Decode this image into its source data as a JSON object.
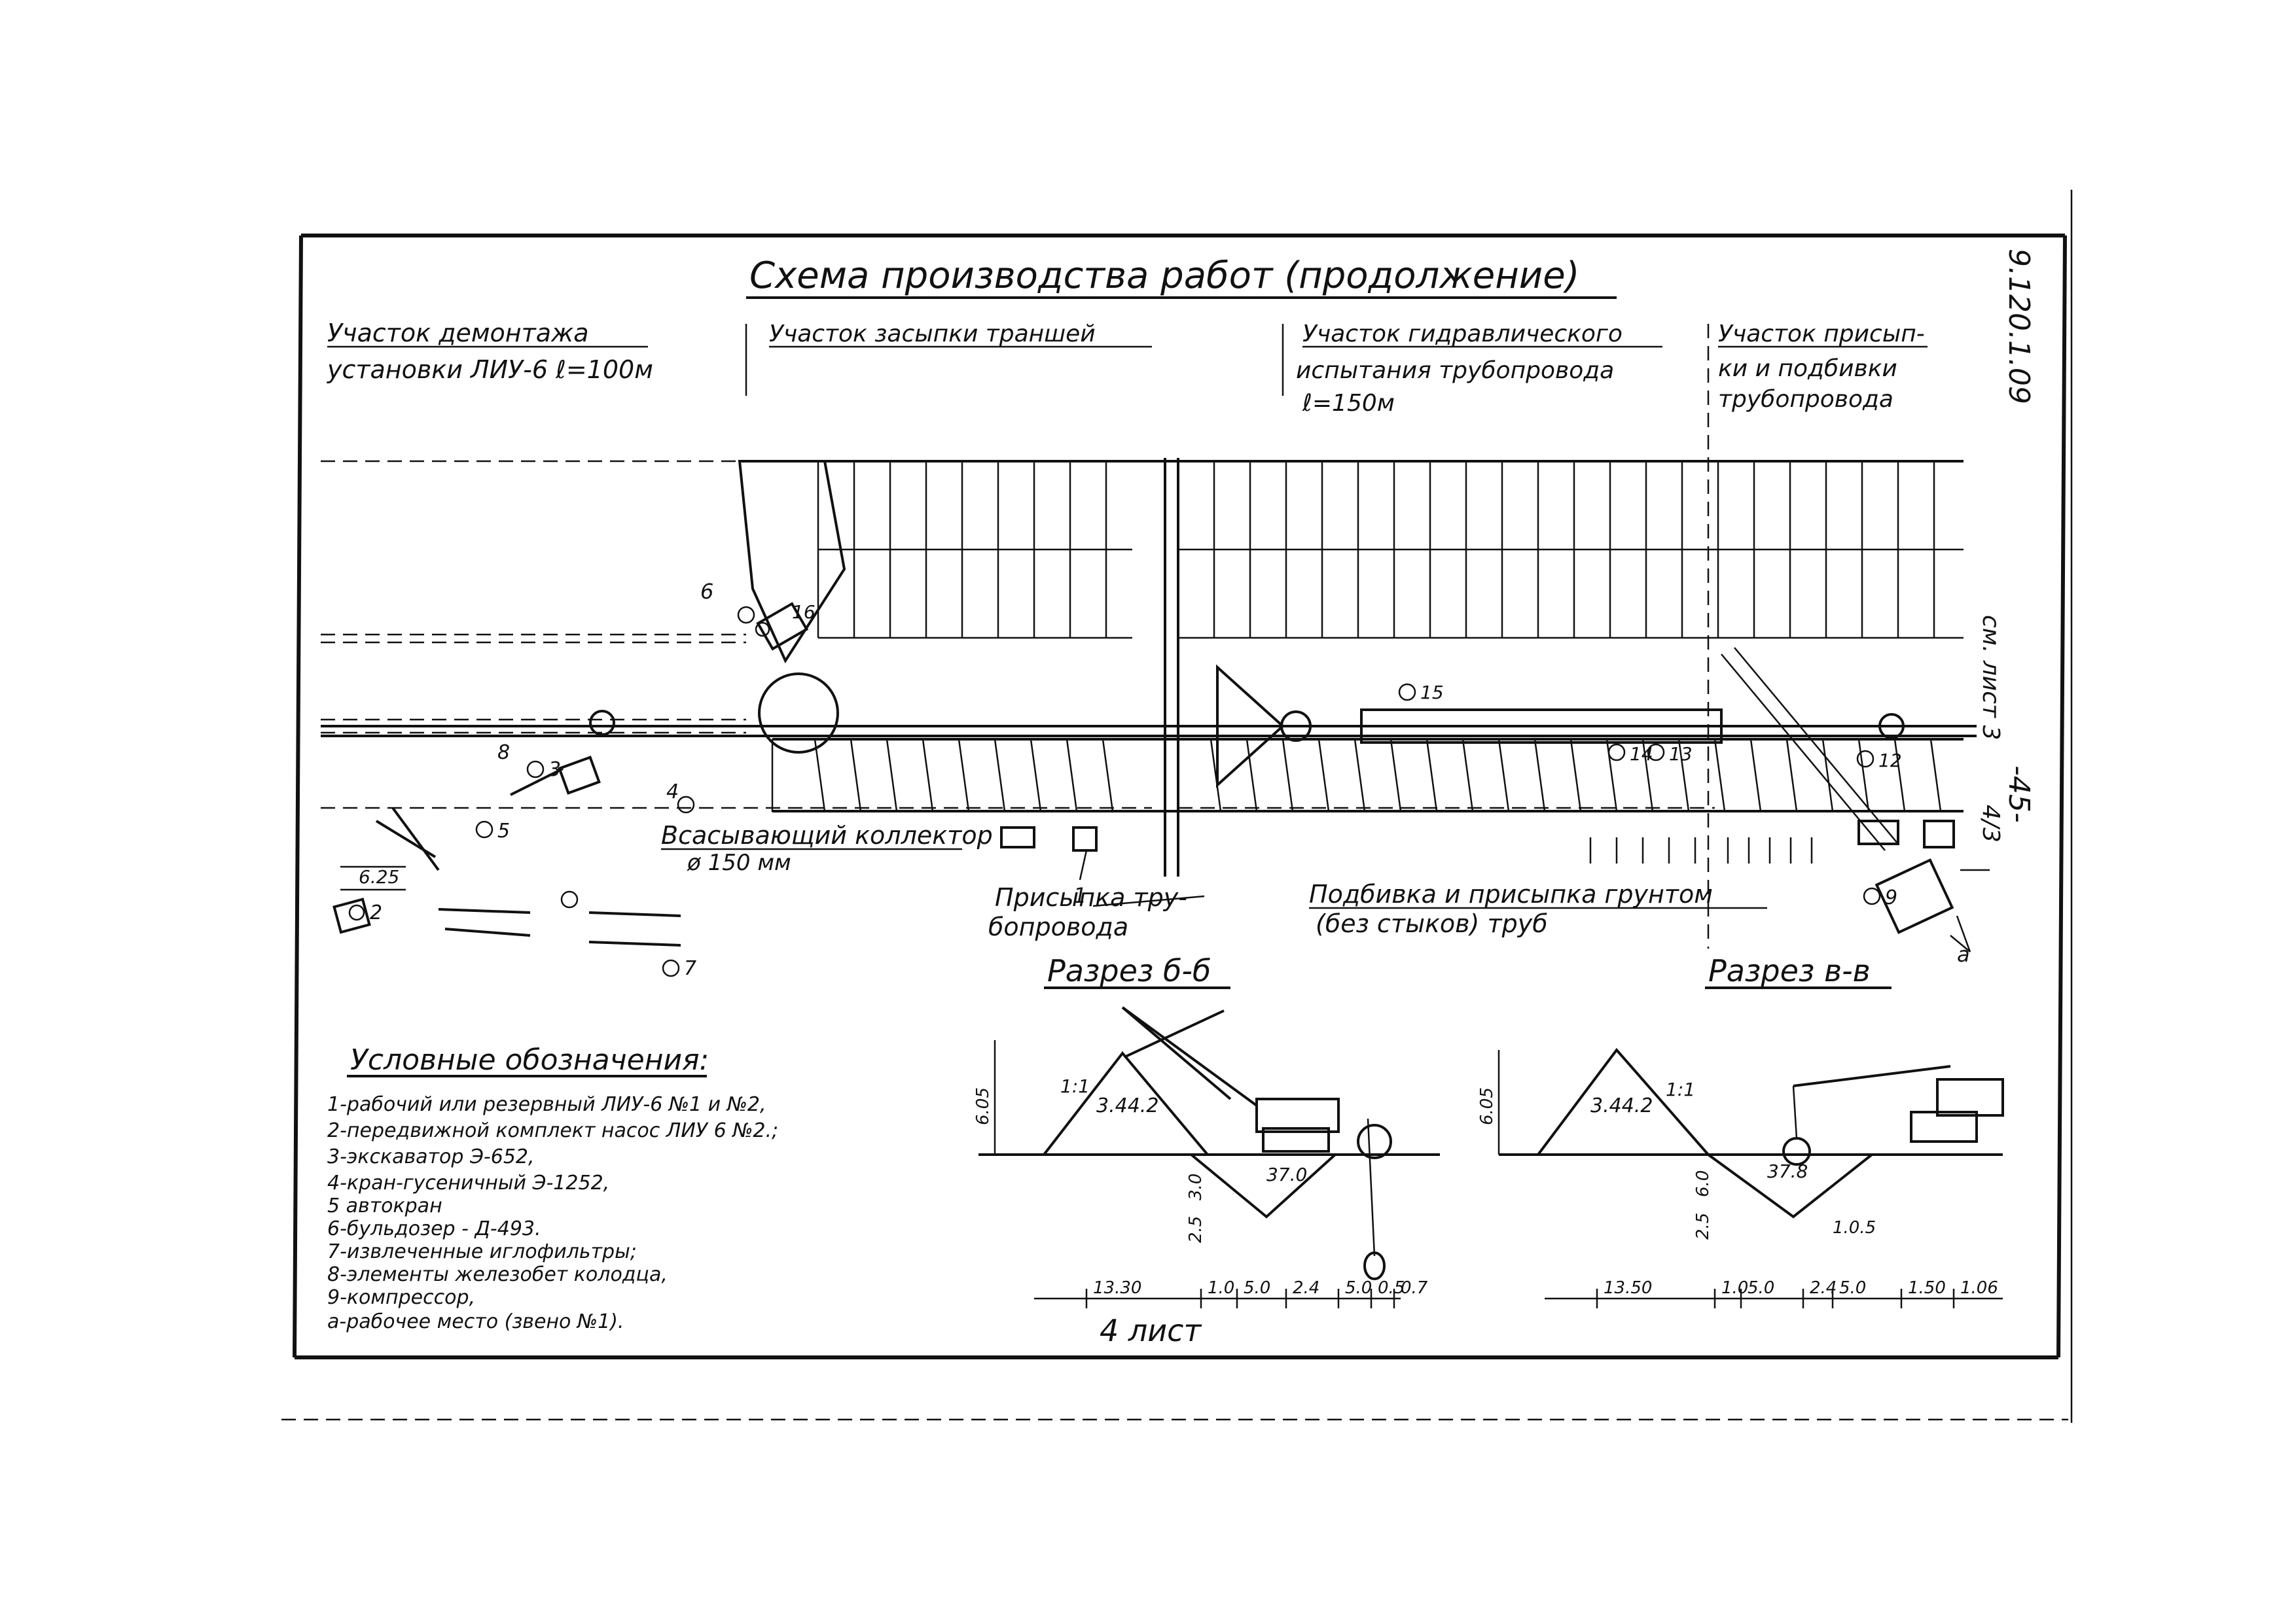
{
  "title": "Схема производства работ (продолжение)",
  "doc_code": "9.120.1.09",
  "side_note": "см. лист 3",
  "sheet_code": "4/3",
  "page_mark": "-45-",
  "sections": {
    "dismantling": [
      "Участок демонтажа",
      "установки ЛИУ-6  ℓ=100м"
    ],
    "backfill": "Участок засыпки траншей",
    "hydro_test": [
      "Участок гидравлического",
      "испытания трубопровода",
      "ℓ=150м"
    ],
    "bedding": [
      "Участок присып-",
      "ки и подбивки",
      "трубопровода"
    ]
  },
  "plan_labels": {
    "suction_collector": [
      "Всасывающий коллектор",
      "ø 150 мм"
    ],
    "pipe_backfill": [
      "Присыпка тру-",
      "бопровода"
    ],
    "tamping": [
      "Подбивка и присыпка грунтом",
      "(без стыков) труб"
    ],
    "dim_625": "6.25"
  },
  "markers": [
    "1",
    "2",
    "3",
    "4",
    "5",
    "6",
    "7",
    "8",
    "9",
    "12",
    "13",
    "14",
    "15",
    "16"
  ],
  "callout_a": "а",
  "section_b": {
    "title": "Разрез б-б",
    "mound": "3.44.2",
    "slope": "1:1",
    "ground_level": "37.0",
    "dims_h": [
      "13.30",
      "1.0",
      "5.0",
      "2.4",
      "5.0",
      "0.7",
      "0.5"
    ],
    "dims_v": [
      "6.05",
      "3.0",
      "2.5"
    ]
  },
  "section_v": {
    "title": "Разрез в-в",
    "mound": "3.44.2",
    "slope": "1:1",
    "ground_level": "37.8",
    "dims_h": [
      "13.50",
      "1.0",
      "5.0",
      "2.4",
      "5.0",
      "1.50",
      "1.06"
    ],
    "dims_v": [
      "6.05",
      "6.0",
      "2.5",
      "1.0.5"
    ]
  },
  "legend": {
    "title": "Условные обозначения:",
    "items": [
      "1-рабочий или резервный ЛИУ-6 №1 и №2,",
      "2-передвижной комплект насос ЛИУ 6 №2.;",
      "3-экскаватор Э-652,",
      "4-кран-гусеничный Э-1252,",
      "5 автокран",
      "6-бульдозер - Д-493.",
      "7-извлеченные иглофильтры;",
      "8-элементы железобет колодца,",
      "9-компрессор,",
      "а-рабочее место (звено №1)."
    ]
  },
  "sheet_label": "4 лист"
}
